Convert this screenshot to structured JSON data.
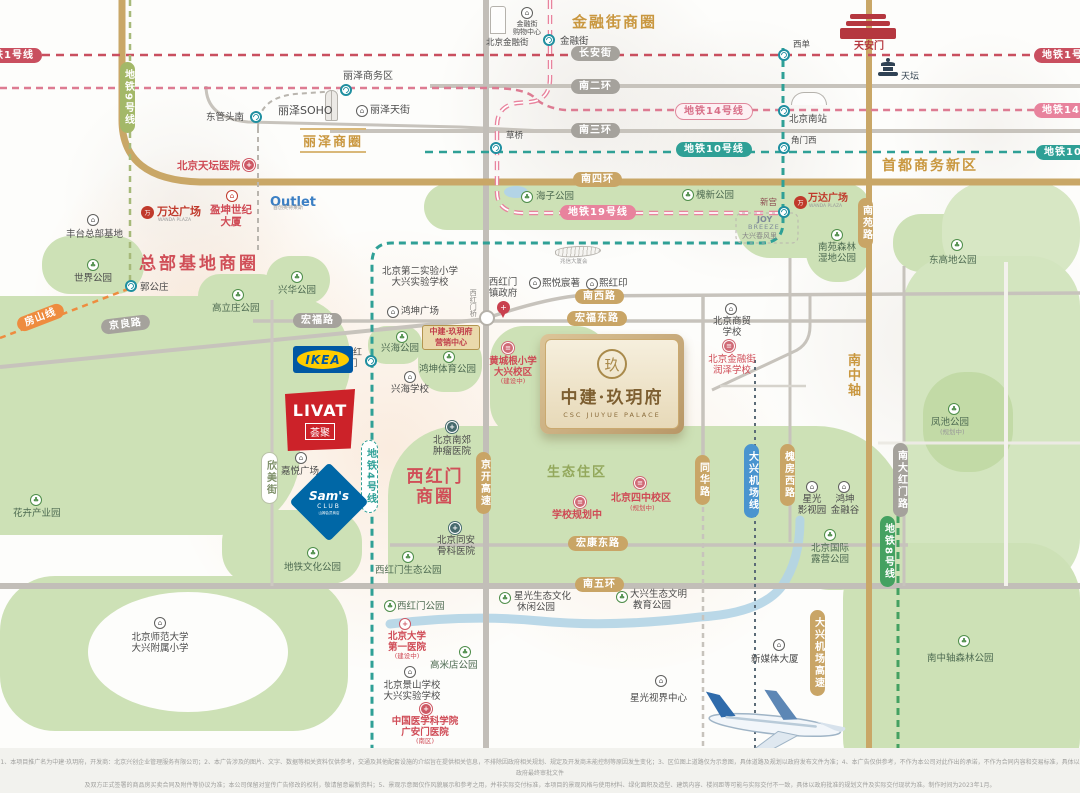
{
  "project": {
    "name": "中建·玖玥府",
    "name_en": "CSC JIUYUE PALACE",
    "emblem": "玖",
    "sales1": "中建·玖玥府",
    "sales2": "营销中心"
  },
  "zones": {
    "jinrongjie": "金融街商圈",
    "lize": "丽泽商圈",
    "lize_biz": "丽泽商务区",
    "shoudu": "首都商务新区",
    "zongbu": "总部基地商圈",
    "xhm1": "西红门",
    "xhm2": "商圈",
    "eco": "生态住区",
    "axis": "南中轴"
  },
  "metro": {
    "l1": "地铁1号线",
    "l4": "地铁4号线",
    "l8": "地铁8号线",
    "l9": "地铁9号线",
    "l10": "地铁10号线",
    "l14": "地铁14号线",
    "l19": "地铁19号线",
    "fs": "房山线",
    "apx": "大兴机场线"
  },
  "roads": {
    "changan": "长安街",
    "r2": "南二环",
    "r3": "南三环",
    "r4": "南四环",
    "r5": "南五环",
    "nanxi": "南西路",
    "hongfu": "宏福路",
    "hongfudong": "宏福东路",
    "hongkang": "宏康东路",
    "jingliang": "京良路",
    "jingkai": "京开高速",
    "nanyuan": "南苑路",
    "xinmei": "欣美街",
    "tonghua": "同华路",
    "huaifang": "槐房西路",
    "ndhm": "南大红门路",
    "apexpwy": "大兴机场高速",
    "xhmbridge": "西红门桥"
  },
  "stations": {
    "dgtn": "东管头南",
    "jrj": "金融街",
    "cq": "草桥",
    "xd": "西单",
    "bjn": "北京南站",
    "jmx": "角门西",
    "xg": "新宫",
    "ggz": "郭公庄",
    "xhm": "西红门"
  },
  "landmarks": {
    "tam": "天安门",
    "tt": "天坛",
    "soho": "丽泽SOHO",
    "ltj": "丽泽天街",
    "bjjrj": "北京金融街",
    "mall1": "金融街",
    "mall2": "购物中心",
    "zx": "兆信大厦会",
    "joy1": "JOY",
    "joy2": "BREEZE",
    "joy3": "大兴春风里"
  },
  "brands": {
    "wanda": "万达广场",
    "wanda_en": "WANDA PLAZA",
    "outlet": "Outlet",
    "outlet_sub": "首创奥特莱斯",
    "ikea": "IKEA",
    "livat": "LIVAT",
    "livat_cn": "荟聚",
    "sams": "Sam's",
    "club": "CLUB",
    "sams_cn": "山姆会员商店"
  },
  "poi": {
    "ftzb": "丰台总部基地",
    "sjgy": "世界公园",
    "yksj1": "盈坤世纪",
    "yksj2": "大厦",
    "tantan_hosp": "北京天坛医院",
    "xhgy": "兴华公园",
    "glz": "高立庄公园",
    "hhcyy": "花卉产业园",
    "jygc": "嘉悦广场",
    "hzgy": "海子公园",
    "hxgy": "槐新公园",
    "nysl1": "南苑森林",
    "nysl2": "湿地公园",
    "dgd": "东高地公园",
    "es1": "北京第二实验小学",
    "es2": "大兴实验学校",
    "hkgc": "鸿坤广场",
    "xhgov1": "西红门",
    "xhgov2": "镇政府",
    "xyczz": "熙悦宸著",
    "xhy": "熙红印",
    "xhaigy": "兴海公园",
    "hktiyu": "鸿坤体育公园",
    "xhaischool": "兴海学校",
    "hcg1": "黄城根小学",
    "hcg2": "大兴校区",
    "hcg3": "(建设中)",
    "bjsm1": "北京商贸",
    "bjsm2": "学校",
    "rz1": "北京金融街",
    "rz2": "润泽学校",
    "nanjiao1": "北京南郊",
    "nanjiao2": "肿瘤医院",
    "sizhong1": "北京四中校区",
    "sizhong2": "(规划中)",
    "xxgh": "学校规划中",
    "fengchi1": "凤池公园",
    "fengchi2": "(规划中)",
    "xgysy1": "星光",
    "xgysy2": "影视园",
    "hkjrg1": "鸿坤",
    "hkjrg2": "金融谷",
    "tongan1": "北京同安",
    "tongan2": "骨科医院",
    "xhmst": "西红门生态公园",
    "xhmgy": "西红门公园",
    "bdyy1": "北京大学",
    "bdyy2": "第一医院",
    "bdyy3": "(建设中)",
    "gmd": "高米店公园",
    "jingshan1": "北京景山学校",
    "jingshan2": "大兴实验学校",
    "gam1": "中国医学科学院",
    "gam2": "广安门医院",
    "gam3": "(南区)",
    "dtwh": "地铁文化公园",
    "bsd1": "北京师范大学",
    "bsd2": "大兴附属小学",
    "xgst1": "星光生态文化",
    "xgst2": "休闲公园",
    "dxst1": "大兴生态文明",
    "dxst2": "教育公园",
    "xgsj": "星光视界中心",
    "xmt": "新媒体大厦",
    "ly1": "北京国际",
    "ly2": "露营公园",
    "nzzsl": "南中轴森林公园"
  },
  "footer": {
    "line1": "1、本项目推广名为中建·玖玥府，开发商：北京兴创企业管理服务有限公司；2、本广告涉及的图片、文字、数据等相关资料仅供参考，交通及其他配套设施的介绍旨在提供相关信息，不排除因政府相关规划、规定及开发商未能控制等原因发生变化；3、区位图上道路仅为示意图，具体道路及规划以政府发布文件为准；4、本广告仅供参考，不作为本公司对此作出的承诺，不作为合同内容和交易标准，具体以政府最终审批文件",
    "line2": "及双方正式签署的商品房买卖合同及附件等协议为准；本公司保留对宣传广告修改的权利，敬请留意最新资料；5、景观示意图仅作风貌展示和参考之用，并非实际交付标准，本项目的景观风格与使用材料、绿化面积及造型、建筑内容、楼间距等可能与实际交付不一致，具体以政府批准的规划文件及实际交付现状为准。制作时间为2023年1月。"
  }
}
